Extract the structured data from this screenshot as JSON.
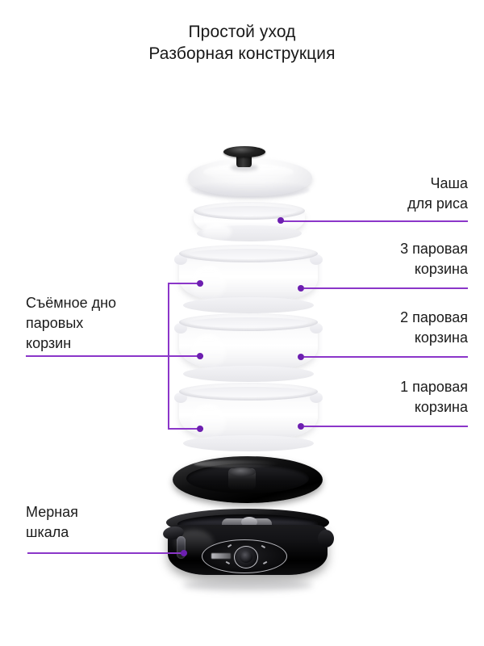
{
  "title": {
    "line1": "Простой уход",
    "line2": "Разборная конструкция"
  },
  "theme": {
    "accent_line": "#8b36c9",
    "accent_dot": "#6d1fb0",
    "background": "#ffffff",
    "text": "#1b1b1b"
  },
  "callouts": {
    "rice_bowl": {
      "line1": "Чаша",
      "line2": "для риса"
    },
    "basket_3": {
      "line1": "3 паровая",
      "line2": "корзина"
    },
    "basket_2": {
      "line1": "2 паровая",
      "line2": "корзина"
    },
    "basket_1": {
      "line1": "1 паровая",
      "line2": "корзина"
    },
    "removable_bottom": {
      "line1": "Съёмное дно",
      "line2": "паровых",
      "line3": "корзин"
    },
    "water_scale": {
      "line1": "Мерная",
      "line2": "шкала"
    }
  },
  "parts": {
    "lid": "lid-with-knob",
    "rice_bowl": "rice-bowl",
    "basket_3": "steam-basket-3",
    "basket_2": "steam-basket-2",
    "basket_1": "steam-basket-1",
    "drip_tray": "drip-tray",
    "base_unit": "base-unit-with-control-panel"
  }
}
